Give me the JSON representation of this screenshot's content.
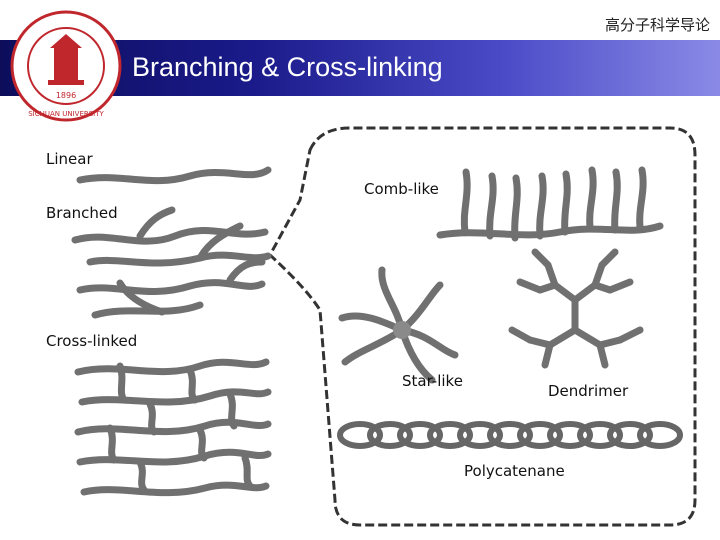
{
  "header": {
    "course_title": "高分子科学导论",
    "slide_title": "Branching & Cross-linking",
    "logo_text": "SICHUAN UNIVERSITY",
    "logo_year": "1896"
  },
  "labels": {
    "linear": "Linear",
    "branched": "Branched",
    "cross_linked": "Cross-linked",
    "comb_like": "Comb-like",
    "star_like": "Star-like",
    "dendrimer": "Dendrimer",
    "polycatenane": "Polycatenane"
  },
  "colors": {
    "banner_dark": "#0d0d5c",
    "banner_light": "#8a8ae6",
    "logo_red": "#c0272d",
    "polymer_gray": "#7a7a7a",
    "dashed_border": "#333333"
  }
}
